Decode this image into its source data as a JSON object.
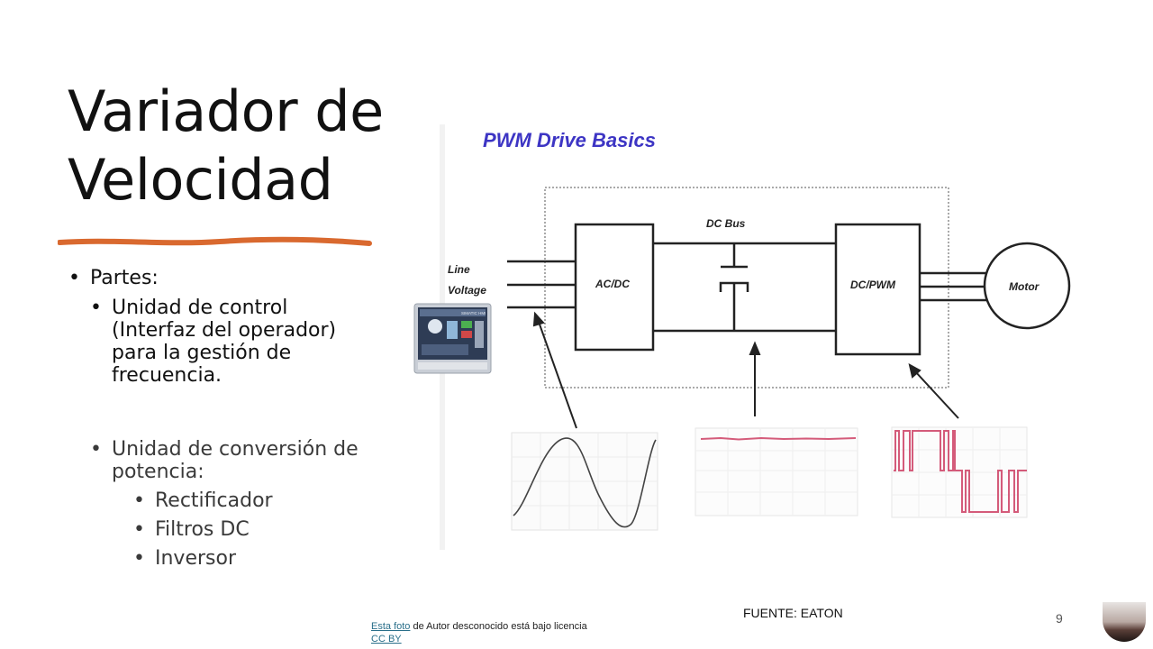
{
  "slide": {
    "title_line1": "Variador de",
    "title_line2": "Velocidad",
    "page_number": "9",
    "source": "FUENTE:  EATON"
  },
  "bullets": {
    "level1": "Partes:",
    "control_unit": "Unidad de control (Interfaz del operador) para la gestión de frecuencia.",
    "conversion_unit": "Unidad de conversión de potencia:",
    "sub_items": [
      "Rectificador",
      "Filtros DC",
      "Inversor"
    ],
    "bullet_glyph": "•"
  },
  "diagram": {
    "title": "PWM Drive Basics",
    "title_color": "#3d35c4",
    "line_voltage_1": "Line",
    "line_voltage_2": "Voltage",
    "acdc": "AC/DC",
    "dc_bus": "DC Bus",
    "dcpwm": "DC/PWM",
    "motor": "Motor",
    "hmi_label": "SIMATIC HMI"
  },
  "credit": {
    "link1": "Esta foto",
    "text": " de Autor desconocido está bajo licencia",
    "link2": "CC BY"
  },
  "colors": {
    "accent_stroke": "#d9692f",
    "wave_red": "#d45b7a"
  }
}
